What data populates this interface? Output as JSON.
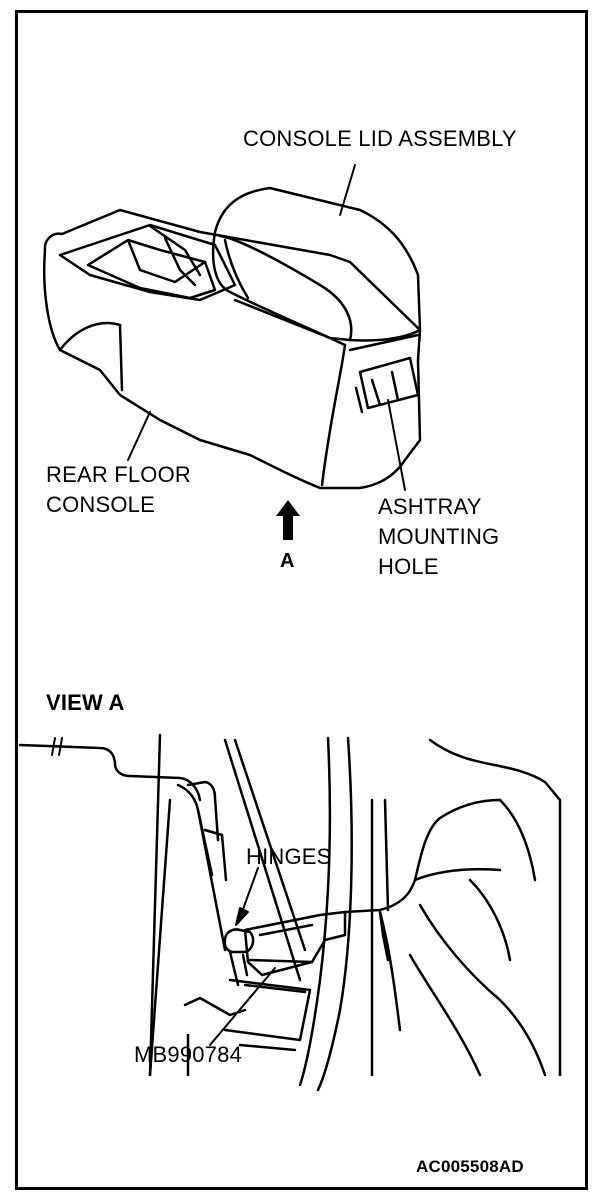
{
  "labels": {
    "console_lid_assembly": "CONSOLE LID ASSEMBLY",
    "rear_floor_console_line1": "REAR FLOOR",
    "rear_floor_console_line2": "CONSOLE",
    "ashtray_line1": "ASHTRAY",
    "ashtray_line2": "MOUNTING",
    "ashtray_line3": "HOLE",
    "view_marker": "A",
    "view_title": "VIEW A",
    "hinges": "HINGES",
    "tool_number": "MB990784",
    "figure_code": "AC005508AD"
  }
}
